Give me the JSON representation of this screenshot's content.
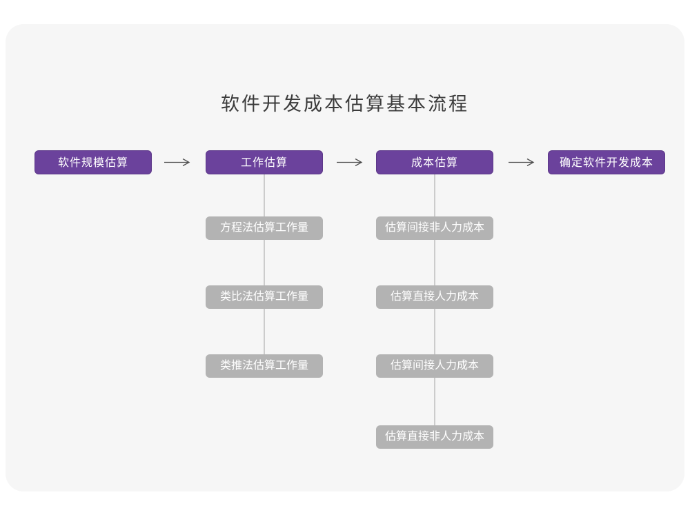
{
  "title": "软件开发成本估算基本流程",
  "colors": {
    "stage_box": "#6b429c",
    "sub_box": "#b3b3b3",
    "card_background": "#f6f6f6",
    "connector_line": "#cccccc",
    "arrow": "#4d4d4d",
    "title_text": "#3b3b3b"
  },
  "flow": {
    "stages": [
      {
        "label": "软件规模估算"
      },
      {
        "label": "工作估算"
      },
      {
        "label": "成本估算"
      },
      {
        "label": "确定软件开发成本"
      }
    ],
    "work_methods": [
      "方程法估算工作量",
      "类比法估算工作量",
      "类推法估算工作量"
    ],
    "cost_items": [
      "估算间接非人力成本",
      "估算直接人力成本",
      "估算间接人力成本",
      "估算直接非人力成本"
    ]
  }
}
